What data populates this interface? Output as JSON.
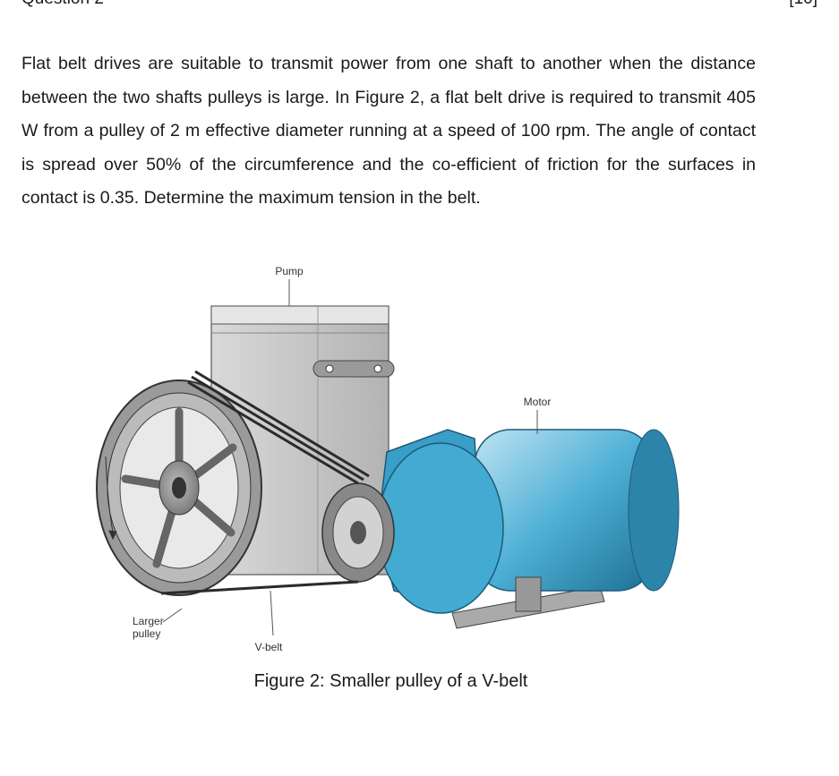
{
  "header": {
    "left": "Question 2",
    "right": "[10]"
  },
  "question_text": "Flat belt drives are suitable to transmit power from one shaft to another when the distance between the two shafts pulleys is large. In Figure 2, a flat belt drive is required to transmit 405 W from a pulley of 2 m effective diameter running at a speed of 100 rpm. The angle of contact is spread over 50% of the circumference and the co-efficient of friction for the surfaces in contact is 0.35. Determine the maximum tension in the belt.",
  "figure": {
    "labels": {
      "pump": "Pump",
      "motor": "Motor",
      "larger_pulley_line1": "Larger",
      "larger_pulley_line2": "pulley",
      "v_belt": "V-belt"
    },
    "colors": {
      "motor_blue": "#3aa0c8",
      "pulley_gray": "#8a8a8a",
      "pump_gray": "#c9c9c9"
    }
  },
  "caption": "Figure 2: Smaller pulley of a V-belt"
}
